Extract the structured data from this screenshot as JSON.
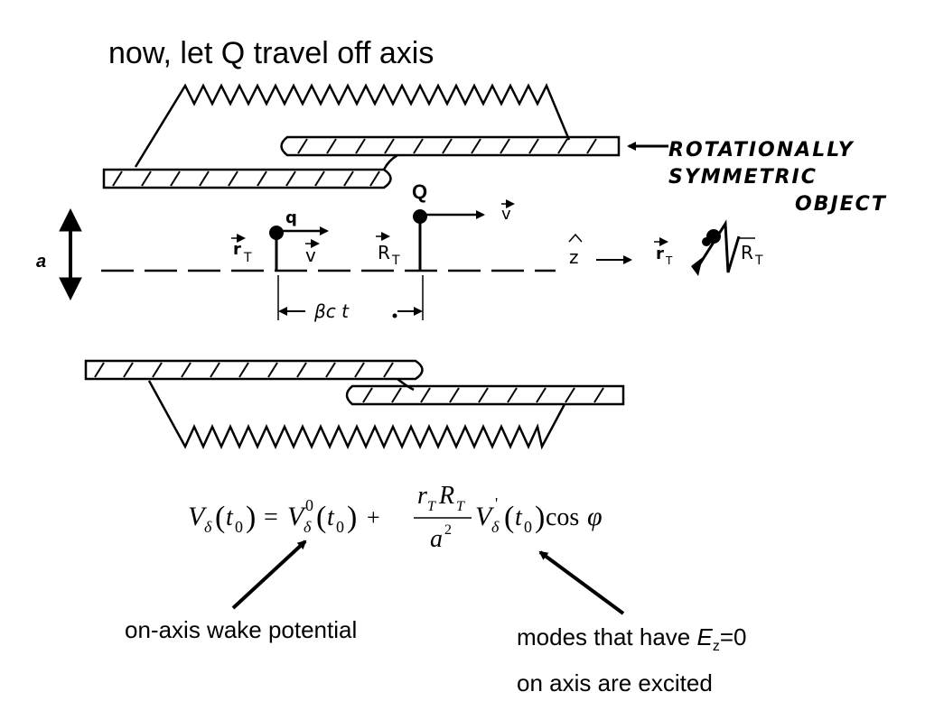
{
  "slide": {
    "title": "now, let Q travel off axis",
    "object_note_lines": [
      "ROTATIONALLY",
      "SYMMETRIC",
      "OBJECT"
    ],
    "a_label": "a",
    "particles": {
      "q_label": "q",
      "Q_label": "Q",
      "v_label": "v",
      "r_T_label": "r",
      "R_T_label": "R",
      "sub_T": "T",
      "z_hat_label": "z",
      "separation_label": "βc t"
    },
    "side_sketch": {
      "r_label": "r",
      "R_label": "R",
      "sub_T": "T"
    },
    "formula": {
      "V": "V",
      "delta": "δ",
      "t": "t",
      "zero": "0",
      "eq": "=",
      "plus": "+",
      "num_r": "r",
      "num_R": "R",
      "T": "T",
      "den_a": "a",
      "two": "2",
      "prime": "'",
      "cos": "cos",
      "phi": "φ"
    },
    "captions": {
      "left": "on-axis wake potential",
      "right_line1_pre": "modes that have ",
      "right_E": "E",
      "right_sub": "z",
      "right_post": "=0",
      "right_line2": "on axis are excited"
    }
  }
}
